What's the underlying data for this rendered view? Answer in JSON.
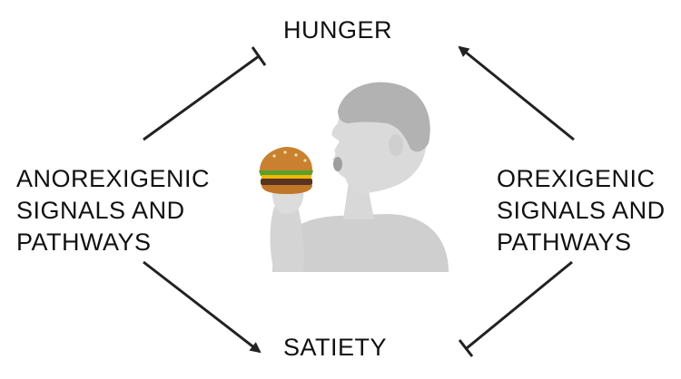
{
  "nodes": {
    "hunger": "HUNGER",
    "satiety": "SATIETY",
    "anorexigenic": [
      "ANOREXIGENIC",
      "SIGNALS AND",
      "PATHWAYS"
    ],
    "orexigenic": [
      "OREXIGENIC",
      "SIGNALS AND",
      "PATHWAYS"
    ]
  },
  "connections": [
    {
      "from": "anorexigenic",
      "to": "hunger",
      "type": "inhibition"
    },
    {
      "from": "orexigenic",
      "to": "hunger",
      "type": "activation"
    },
    {
      "from": "anorexigenic",
      "to": "satiety",
      "type": "activation"
    },
    {
      "from": "orexigenic",
      "to": "satiety",
      "type": "inhibition"
    }
  ],
  "illustration": {
    "subject": "person eating a burger",
    "icon": "person-eating-burger-icon"
  },
  "colors": {
    "text": "#111111",
    "arrow": "#222222",
    "person": "#c9c9c9",
    "hair": "#a9a9a9",
    "bun": "#c9812f",
    "patty": "#5a3420",
    "lettuce": "#5aa02c",
    "cheese": "#f2b705"
  }
}
